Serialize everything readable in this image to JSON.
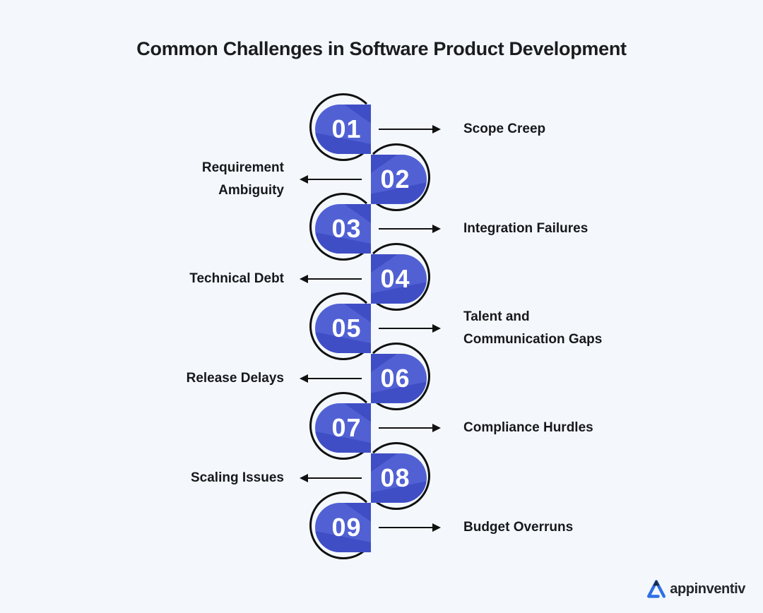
{
  "title": "Common Challenges in Software Product Development",
  "items": [
    {
      "number": "01",
      "side": "right",
      "label": "Scope Creep",
      "lines": [
        "Scope Creep"
      ]
    },
    {
      "number": "02",
      "side": "left",
      "label": "Requirement Ambiguity",
      "lines": [
        "Requirement",
        "Ambiguity"
      ]
    },
    {
      "number": "03",
      "side": "right",
      "label": "Integration Failures",
      "lines": [
        "Integration Failures"
      ]
    },
    {
      "number": "04",
      "side": "left",
      "label": "Technical Debt",
      "lines": [
        "Technical Debt"
      ]
    },
    {
      "number": "05",
      "side": "right",
      "label": "Talent and Communication Gaps",
      "lines": [
        "Talent and",
        "Communication Gaps"
      ]
    },
    {
      "number": "06",
      "side": "left",
      "label": "Release Delays",
      "lines": [
        "Release Delays"
      ]
    },
    {
      "number": "07",
      "side": "right",
      "label": "Compliance Hurdles",
      "lines": [
        "Compliance Hurdles"
      ]
    },
    {
      "number": "08",
      "side": "left",
      "label": "Scaling Issues",
      "lines": [
        "Scaling Issues"
      ]
    },
    {
      "number": "09",
      "side": "right",
      "label": "Budget Overruns",
      "lines": [
        "Budget Overruns"
      ]
    }
  ],
  "logo": {
    "text": "appinventiv"
  },
  "colors": {
    "background": "#f4f8fc",
    "badge_light": "#5161d4",
    "badge_dark": "#3f4ec5",
    "arc_black": "#101010",
    "text_dark": "#17181b",
    "logo_blue": "#2f6fe4",
    "logo_navy": "#1d2b3f"
  }
}
